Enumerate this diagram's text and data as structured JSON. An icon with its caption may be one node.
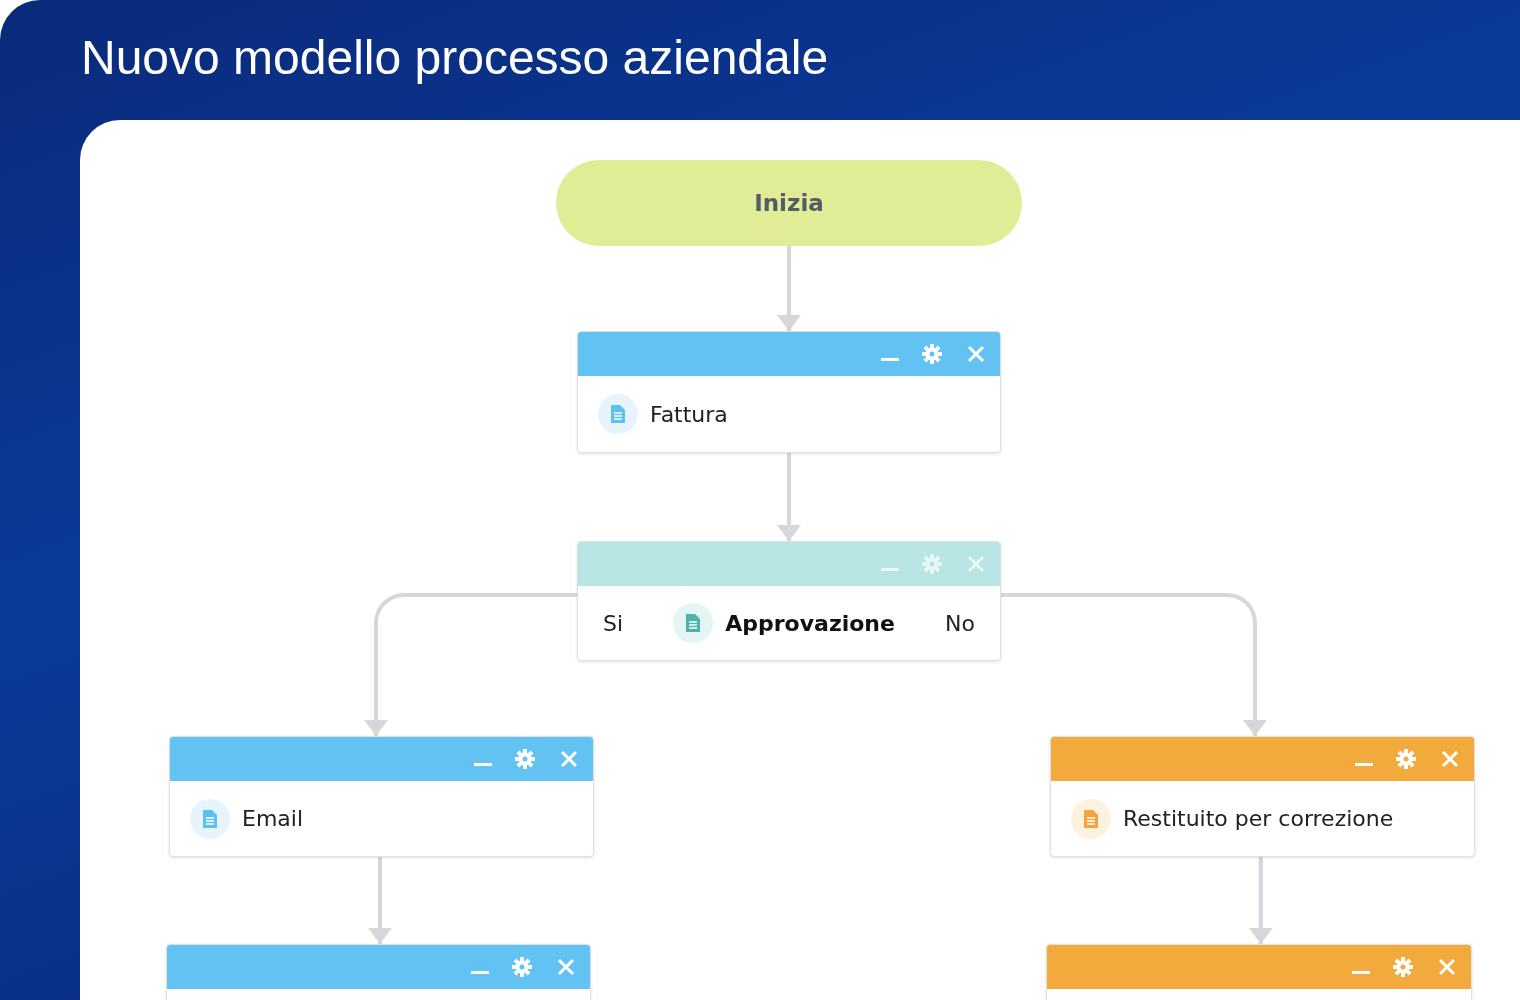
{
  "diagram": {
    "title": "Nuovo modello processo aziendale",
    "nodes": [
      {
        "text": [
          "Inizia"
        ]
      },
      {
        "text": [
          "Fattura"
        ]
      },
      {
        "text": [
          "Si",
          "Approvazione",
          "No"
        ]
      },
      {
        "text": [
          "Email"
        ]
      },
      {
        "text": [
          "Restituito per correzione"
        ]
      },
      {
        "text": [],
        "shape": "box"
      },
      {
        "text": [],
        "shape": "box"
      }
    ],
    "edges": [
      {
        "from": 0,
        "to": 1,
        "arrow": "to"
      },
      {
        "from": 1,
        "to": 2,
        "arrow": "to"
      },
      {
        "from": 2,
        "to": 3,
        "arrow": "to"
      },
      {
        "from": 2,
        "to": 4,
        "arrow": "to"
      },
      {
        "from": 3,
        "to": 5,
        "arrow": "to"
      },
      {
        "from": 4,
        "to": 6,
        "arrow": "to"
      }
    ]
  }
}
